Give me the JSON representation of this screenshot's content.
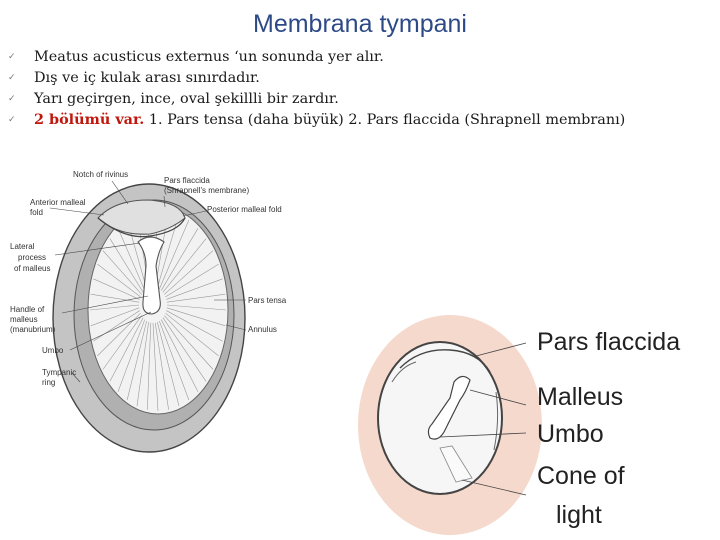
{
  "title": "Membrana tympani",
  "bullets": [
    {
      "marker": "✓",
      "text": "Meatus acusticus externus ‘un sonunda yer alır."
    },
    {
      "marker": "✓",
      "text": "Dış ve iç kulak arası sınırdadır."
    },
    {
      "marker": "✓",
      "text": "Yarı geçirgen, ince, oval şekillli bir zardır."
    },
    {
      "marker": "✓",
      "highlight": "2 bölümü var.",
      "text": " 1. Pars tensa (daha büyük) 2. Pars flaccida (Shrapnell membranı)"
    }
  ],
  "diagram1": {
    "notch": "Notch of rivinus",
    "flaccida1": "Pars flaccida",
    "flaccida2": "(Shrapnell's membrane)",
    "ant1": "Anterior malleal",
    "ant2": "fold",
    "post": "Posterior malleal fold",
    "lat1": "Lateral",
    "lat2": "process",
    "lat3": "of malleus",
    "tensa": "Pars tensa",
    "handle1": "Handle of",
    "handle2": "malleus",
    "handle3": "(manubrium)",
    "annulus": "Annulus",
    "umbo": "Umbo",
    "ring1": "Tympanic",
    "ring2": "ring"
  },
  "diagram2": {
    "flaccida": "Pars flaccida",
    "malleus": "Malleus",
    "umbo": "Umbo",
    "cone1": "Cone of",
    "cone2": "light"
  },
  "colors": {
    "title": "#2e4a86",
    "highlight": "#c0160c",
    "skin": "#f5d9cc"
  }
}
